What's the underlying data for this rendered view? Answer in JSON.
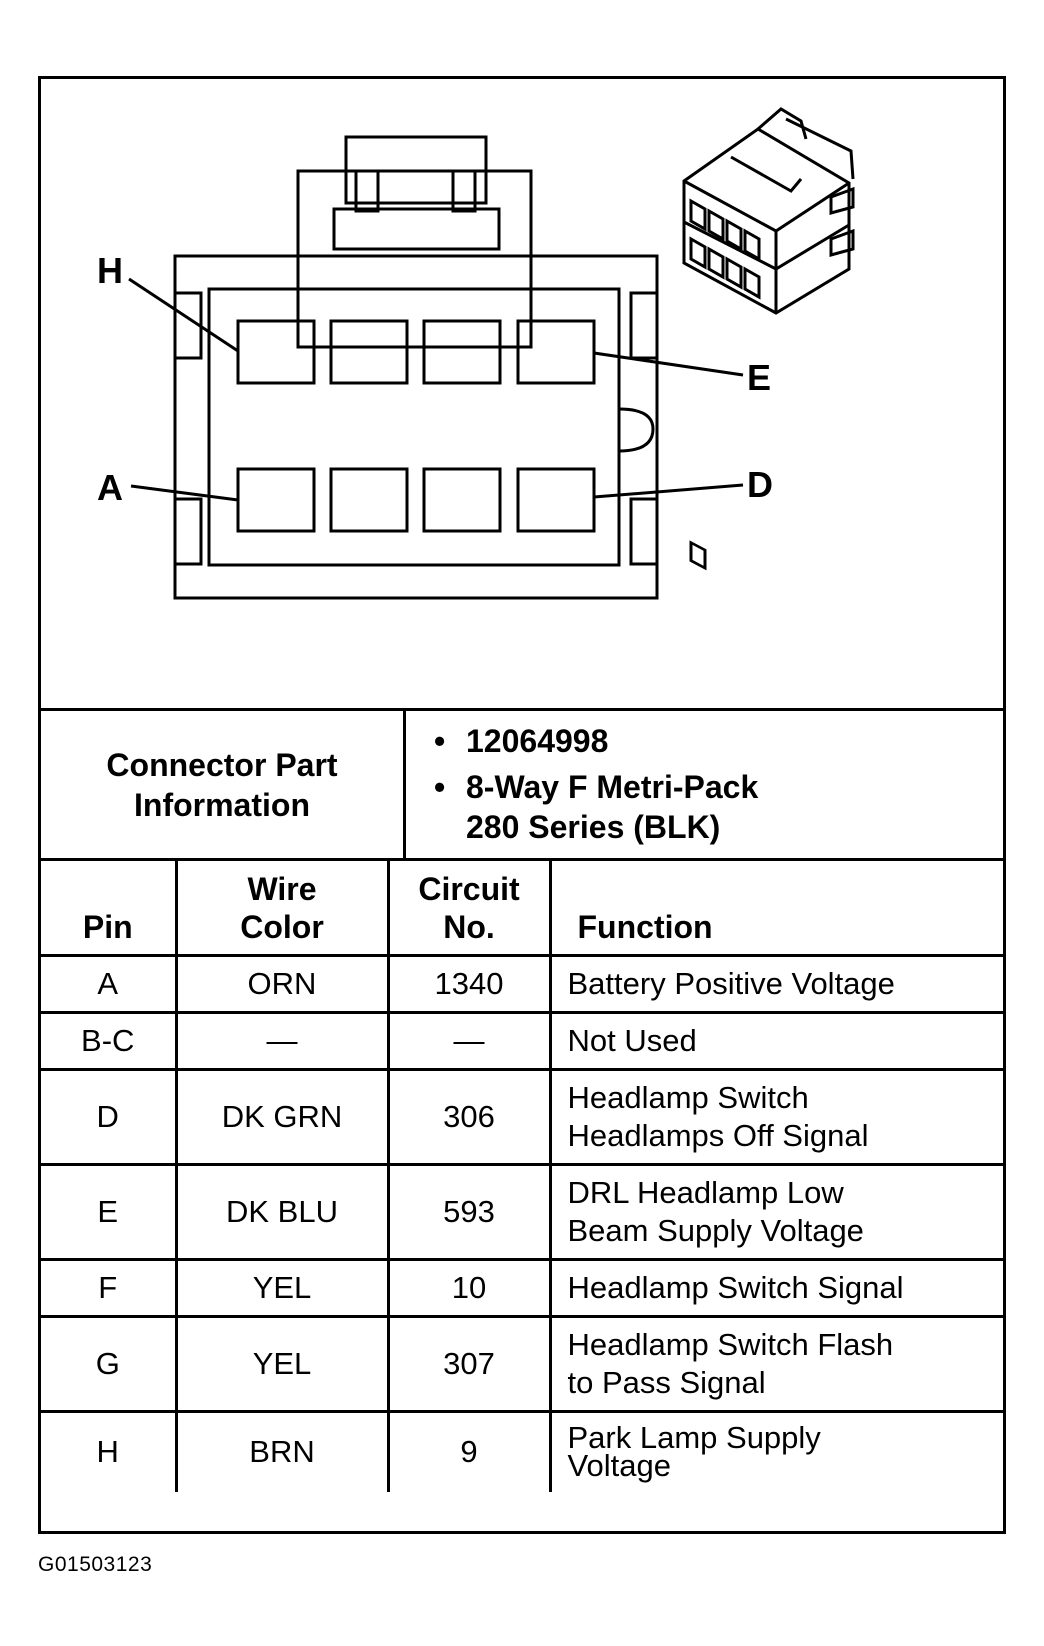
{
  "connector": {
    "pin_labels": {
      "h": "H",
      "e": "E",
      "a": "A",
      "d": "D"
    }
  },
  "part_info": {
    "label_line1": "Connector Part",
    "label_line2": "Information",
    "items": [
      {
        "bullet": "•",
        "lines": [
          "12064998"
        ]
      },
      {
        "bullet": "•",
        "lines": [
          "8-Way F Metri-Pack",
          "280 Series (BLK)"
        ]
      }
    ]
  },
  "table": {
    "headers": {
      "pin": "Pin",
      "wire_color_1": "Wire",
      "wire_color_2": "Color",
      "circuit_1": "Circuit",
      "circuit_2": "No.",
      "function": "Function"
    },
    "rows": [
      {
        "pin": "A",
        "wire": "ORN",
        "circuit": "1340",
        "function": [
          "Battery Positive Voltage"
        ]
      },
      {
        "pin": "B-C",
        "wire": "—",
        "circuit": "—",
        "function": [
          "Not Used"
        ]
      },
      {
        "pin": "D",
        "wire": "DK GRN",
        "circuit": "306",
        "function": [
          "Headlamp Switch",
          "Headlamps Off Signal"
        ]
      },
      {
        "pin": "E",
        "wire": "DK BLU",
        "circuit": "593",
        "function": [
          "DRL Headlamp Low",
          "Beam Supply Voltage"
        ]
      },
      {
        "pin": "F",
        "wire": "YEL",
        "circuit": "10",
        "function": [
          "Headlamp Switch Signal"
        ]
      },
      {
        "pin": "G",
        "wire": "YEL",
        "circuit": "307",
        "function": [
          "Headlamp Switch Flash",
          "to Pass Signal"
        ]
      },
      {
        "pin": "H",
        "wire": "BRN",
        "circuit": "9",
        "function": [
          "Park Lamp Supply",
          "Voltage"
        ]
      }
    ]
  },
  "figure_code": "G01503123"
}
